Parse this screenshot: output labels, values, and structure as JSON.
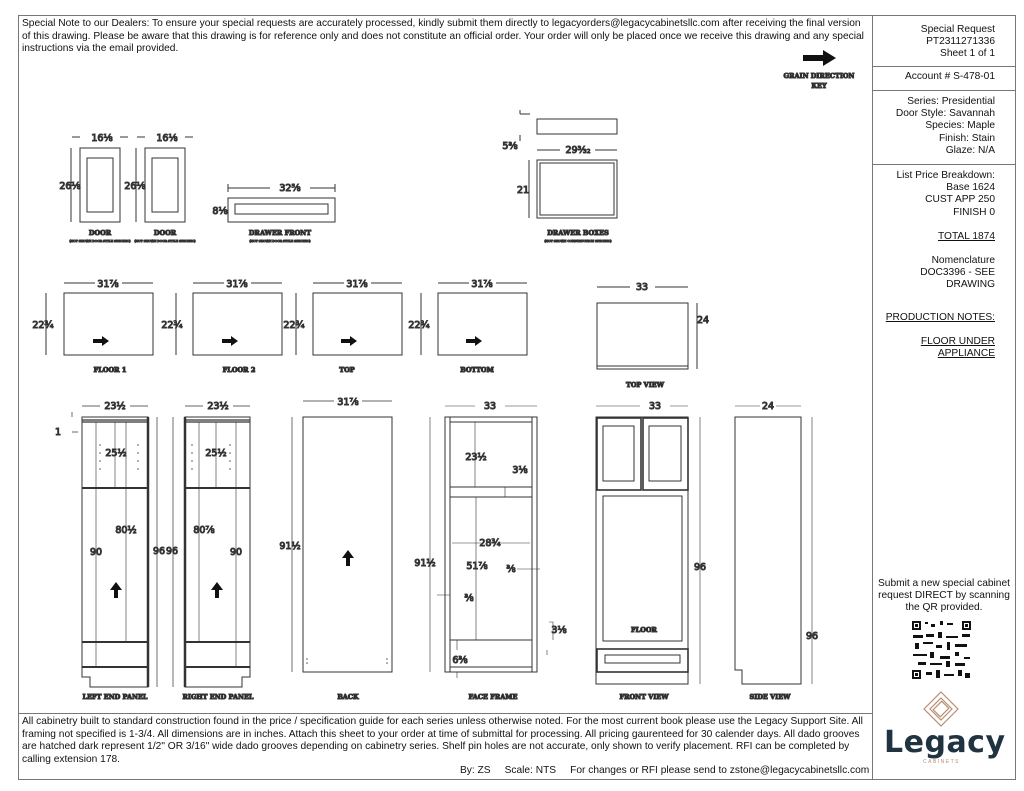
{
  "header_note": "Special Note to our Dealers: To ensure your special requests are accurately processed, kindly submit them directly to legacyorders@legacycabinetsllc.com after receiving the final version of this drawing. Please be aware that this drawing is for reference only and does not constitute an official order. Your order will only be placed once we receive this drawing and any special instructions via the email provided.",
  "grain_key": {
    "line1": "GRAIN DIRECTION",
    "line2": "KEY"
  },
  "title_block": {
    "request": "Special Request",
    "number": "PT2311271336",
    "sheet": "Sheet 1 of 1",
    "account": "Account # S-478-01",
    "series": "Series: Presidential",
    "door_style": "Door Style: Savannah",
    "species": "Species: Maple",
    "finish": "Finish: Stain",
    "glaze": "Glaze: N/A",
    "price_heading": "List Price Breakdown:",
    "base": "Base 1624",
    "cust_app": "CUST APP 250",
    "finish_price": "FINISH 0",
    "total": "TOTAL 1874",
    "nomenclature_heading": "Nomenclature",
    "nomenclature_1": "DOC3396 - SEE",
    "nomenclature_2": "DRAWING",
    "production_heading": "PRODUCTION NOTES:",
    "production_1": "FLOOR UNDER",
    "production_2": "APPLIANCE",
    "qr_text": "Submit a new special cabinet request DIRECT by scanning the QR provided.",
    "logo": {
      "word": "Legacy",
      "sub": "CABINETS",
      "accent": "#b98d72",
      "color": "#1f3340"
    }
  },
  "parts": {
    "door1": {
      "label": "DOOR",
      "sub": "(NOT SHOWN DOOR STYLE SPECIFIC)",
      "width": "16⅛",
      "height": "26⅛"
    },
    "door2": {
      "label": "DOOR",
      "sub": "(NOT SHOWN DOOR STYLE SPECIFIC)",
      "width": "16⅛",
      "height": "26⅛"
    },
    "drawer_front": {
      "label": "DRAWER FRONT",
      "sub": "(NOT SHOWN DOOR STYLE SPECIFIC)",
      "width": "32⅝",
      "height": "8⅛"
    },
    "drawer_boxes": {
      "label": "DRAWER BOXES",
      "sub": "(NOT SHOWN CONSTRUCTION SPECIFIC)",
      "height": "5⅜",
      "width": "29³⁄₃₂",
      "depth": "21"
    },
    "floor1": {
      "label": "FLOOR 1",
      "width": "31⅞",
      "depth": "22¾"
    },
    "floor2": {
      "label": "FLOOR 2",
      "width": "31⅞",
      "depth": "22¾"
    },
    "top": {
      "label": "TOP",
      "width": "31⅞",
      "depth": "22¾"
    },
    "bottom": {
      "label": "BOTTOM",
      "width": "31⅞",
      "depth": "22¾"
    },
    "top_view": {
      "label": "TOP VIEW",
      "width": "33",
      "depth": "24"
    },
    "left_end": {
      "label": "LEFT END PANEL",
      "width": "23½",
      "top": "1",
      "upper": "25½",
      "mid": "80½",
      "shelf": "90",
      "height": "96"
    },
    "right_end": {
      "label": "RIGHT END PANEL",
      "width": "23½",
      "upper": "25½",
      "mid": "80⅞",
      "shelf": "90",
      "height": "96"
    },
    "back": {
      "label": "BACK",
      "width": "31⅞",
      "height": "91½"
    },
    "face_frame": {
      "label": "FACE FRAME",
      "width": "33",
      "height": "91½",
      "upper": "23½",
      "rail": "3⅛",
      "opening_w": "28¾",
      "opening_h": "51⅞",
      "stile_r": "⅜",
      "stile_l": "⅜",
      "bottom_rail": "3⅛",
      "bottom": "6⅜"
    },
    "front_view": {
      "label": "FRONT VIEW",
      "width": "33",
      "height": "96",
      "floor": "FLOOR"
    },
    "side_view": {
      "label": "SIDE VIEW",
      "width": "24",
      "height": "96"
    }
  },
  "footer_note": "All cabinetry built to standard construction found in the price / specification guide for each series unless otherwise noted. For the most current book please use the Legacy Support Site. All framing not specified is 1-3/4. All dimensions are in inches. Attach this sheet to your order at time of submittal for processing. All pricing gaurenteed for 30 calender days. All dado grooves are hatched dark represent 1/2\" OR 3/16\" wide dado grooves depending on cabinetry series. Shelf pin holes are not accurate, only shown to verify placement. RFI can be completed by calling extension 178.",
  "footer": {
    "by": "By: ZS",
    "scale": "Scale: NTS",
    "contact": "For changes or RFI please send to zstone@legacycabinetsllc.com"
  }
}
